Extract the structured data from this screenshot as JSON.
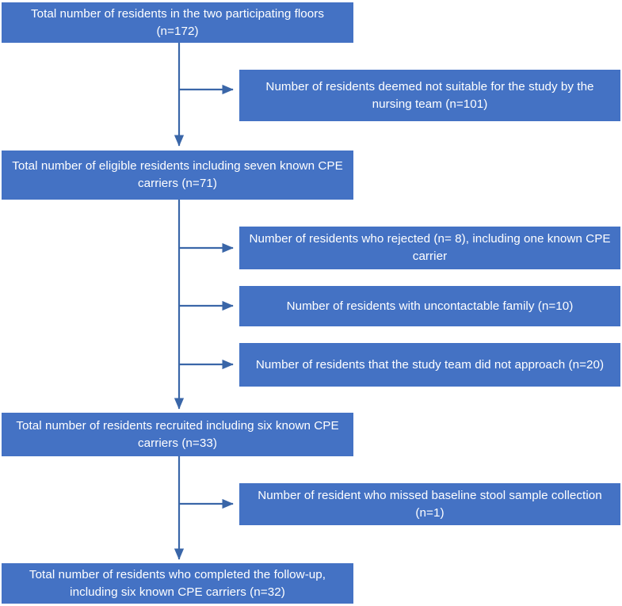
{
  "figure": {
    "type": "flowchart",
    "orientation": "vertical-with-right-branches",
    "box_fill_color": "#4472C4",
    "box_text_color": "#FFFFFF",
    "connector_color": "#3A66A8",
    "background_color": "#FFFFFF"
  },
  "nodes": {
    "total_residents": {
      "label": "Total number of residents in the two participating floors (n=172)",
      "count": 172
    },
    "not_suitable": {
      "label": "Number of residents deemed not suitable for the study by the nursing team (n=101)",
      "count": 101
    },
    "eligible_residents": {
      "label": "Total number of eligible residents including seven known CPE carriers (n=71)",
      "count": 71
    },
    "rejected": {
      "label": "Number of residents who rejected (n= 8), including one known CPE carrier",
      "count": 8
    },
    "uncontactable_family": {
      "label": "Number of residents with uncontactable family (n=10)",
      "count": 10
    },
    "not_approached": {
      "label": "Number of residents that the study team did not approach (n=20)",
      "count": 20
    },
    "recruited": {
      "label": "Total number of residents recruited including six known CPE carriers (n=33)",
      "count": 33
    },
    "missed_baseline": {
      "label": "Number of resident who missed baseline stool sample collection (n=1)",
      "count": 1
    },
    "completed_followup": {
      "label": "Total number of residents who completed the follow-up, including six known CPE carriers (n=32)",
      "count": 32
    }
  }
}
